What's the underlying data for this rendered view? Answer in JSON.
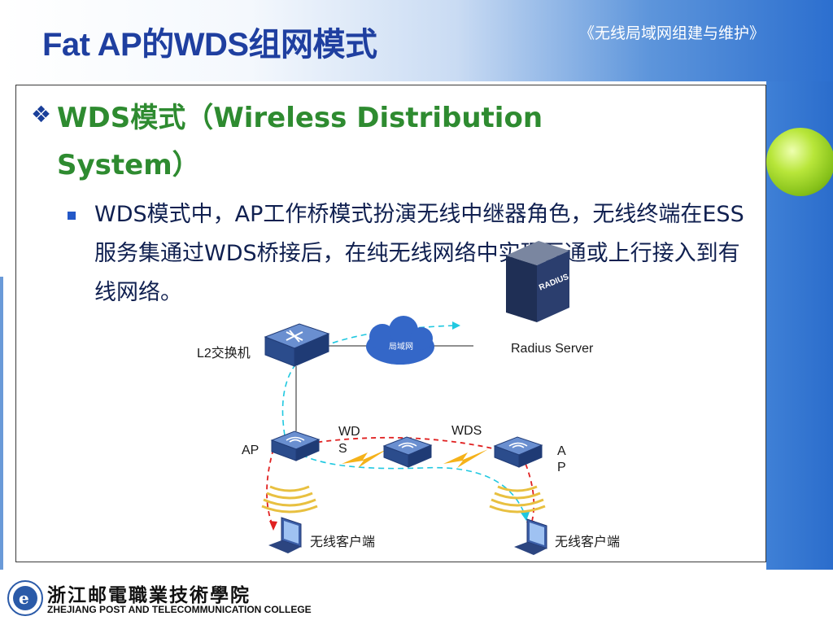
{
  "header": {
    "title": "Fat AP的WDS组网模式",
    "course": "《无线局域网组建与维护》"
  },
  "content": {
    "heading_bullet": "❖",
    "heading": "WDS模式（Wireless Distribution System）",
    "body": "WDS模式中，AP工作桥模式扮演无线中继器角色，无线终端在ESS服务集通过WDS桥接后，在纯无线网络中实现互通或上行接入到有线网络。"
  },
  "diagram": {
    "switch_label": "L2交换机",
    "cloud_label": "局域网",
    "server_label": "Radius Server",
    "server_text": "RADIUS",
    "ap_left_label": "AP",
    "ap_right_label": "A\nP",
    "wds_left_label": "WD\nS",
    "wds_right_label": "WDS",
    "client_left_label": "无线客户端",
    "client_right_label": "无线客户端"
  },
  "footer": {
    "school_cn": "浙江邮電職業技術學院",
    "school_en": "ZHEJIANG POST AND TELECOMMUNICATION COLLEGE"
  },
  "colors": {
    "title": "#1f3fa0",
    "heading": "#2e8b30",
    "body": "#102050",
    "accent_blue": "#2c6fcf",
    "device_blue": "#2e4f8d"
  },
  "icons": [
    "diamond-bullet-icon",
    "square-bullet-icon",
    "switch-icon",
    "cloud-icon",
    "server-icon",
    "access-point-icon",
    "laptop-icon",
    "lightning-icon",
    "wireless-signal-icon",
    "college-logo-icon"
  ]
}
